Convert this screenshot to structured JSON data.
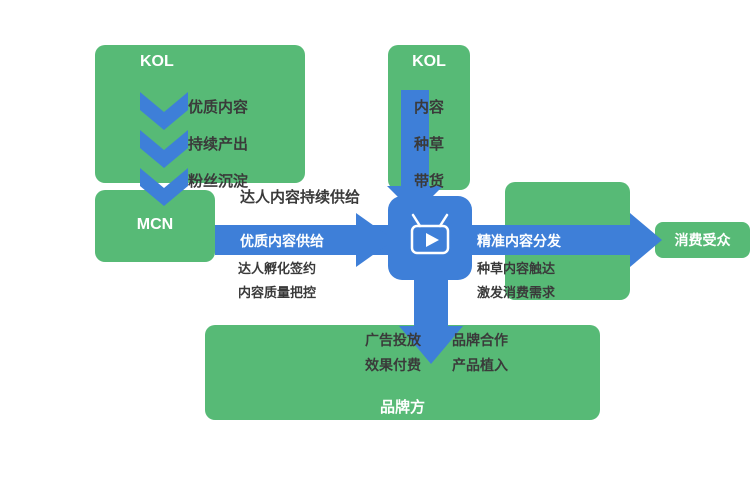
{
  "colors": {
    "green": "#57BA76",
    "blue": "#3E7FD8",
    "dark": "#3A3A3A",
    "white": "#FFFFFF"
  },
  "boxes": {
    "kol1": {
      "label": "KOL",
      "lines": [
        "优质内容",
        "持续产出",
        "粉丝沉淀"
      ]
    },
    "kol2": {
      "label": "KOL",
      "lines": [
        "内容",
        "种草",
        "带货"
      ]
    },
    "mcn": {
      "label": "MCN"
    },
    "audience": {
      "label": "消费受众"
    },
    "brand": {
      "label": "品牌方",
      "block1": [
        "广告投放",
        "效果付费"
      ],
      "block2": [
        "品牌合作",
        "产品植入"
      ]
    }
  },
  "flows": {
    "supply_note": "达人内容持续供给",
    "left_label": "优质内容供给",
    "left_sub1": "达人孵化签约",
    "left_sub2": "内容质量把控",
    "right_label": "精准内容分发",
    "right_sub1": "种草内容触达",
    "right_sub2": "激发消费需求"
  },
  "icons": {
    "center": "tv-play-icon"
  }
}
